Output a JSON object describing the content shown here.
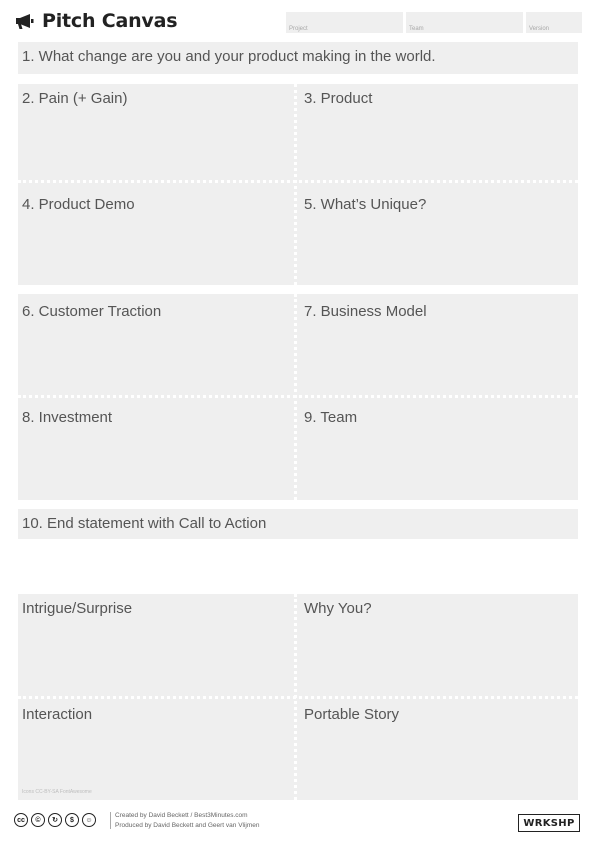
{
  "header": {
    "title": "Pitch Canvas",
    "icon": "megaphone-icon",
    "fields": [
      {
        "label": "Project"
      },
      {
        "label": "Team"
      },
      {
        "label": "Version"
      }
    ]
  },
  "sections": {
    "s1": "1. What change are you and your product making in the world.",
    "s2": "2. Pain (+ Gain)",
    "s3": "3. Product",
    "s4": "4. Product Demo",
    "s5": "5. What’s Unique?",
    "s6": "6. Customer Traction",
    "s7": "7. Business Model",
    "s8": "8. Investment",
    "s9": "9. Team",
    "s10": "10. End statement with Call to Action"
  },
  "extras": {
    "intrigue": "Intrigue/Surprise",
    "why_you": "Why You?",
    "interaction": "Interaction",
    "portable_story": "Portable Story"
  },
  "footer": {
    "icons_credit": "Icons CC-BY-SA FontAwesome",
    "created_by": "Created by David Beckett / Best3Minutes.com",
    "produced_by": "Produced by David Beckett and Geert van Vlijmen",
    "license_icons": [
      "cc-icon",
      "attribution-icon",
      "share-alike-icon",
      "non-commercial-icon",
      "person-icon"
    ],
    "brand": "WRKSHP"
  },
  "colors": {
    "panel": "#efefef",
    "title": "#222222",
    "label": "#555555"
  }
}
